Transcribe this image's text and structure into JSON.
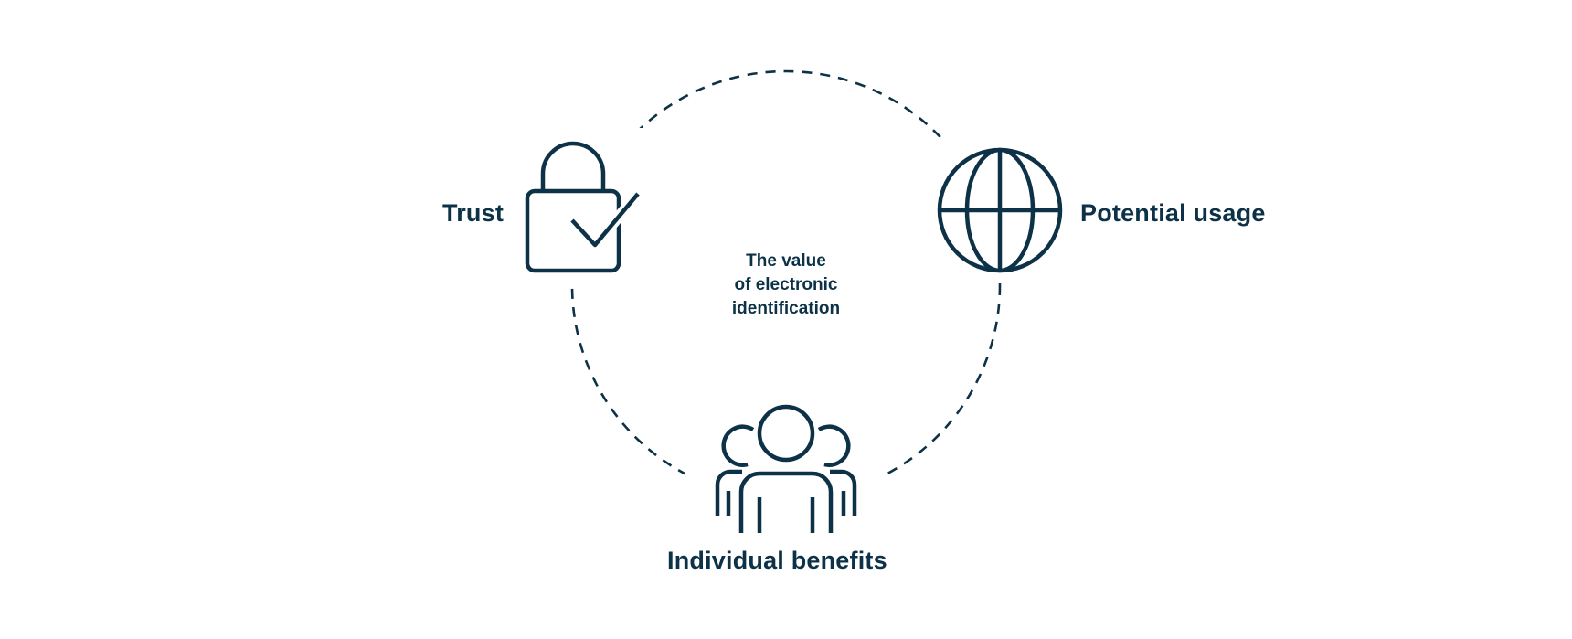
{
  "diagram": {
    "title_lines": [
      "The value",
      "of electronic",
      "identification"
    ],
    "nodes": [
      {
        "label": "Trust",
        "icon": "lock-check-icon"
      },
      {
        "label": "Potential usage",
        "icon": "globe-icon"
      },
      {
        "label": "Individual benefits",
        "icon": "people-group-icon"
      }
    ],
    "connector_style": "dashed-circle"
  },
  "colors": {
    "primary": "#0d3247",
    "background": "#ffffff"
  }
}
